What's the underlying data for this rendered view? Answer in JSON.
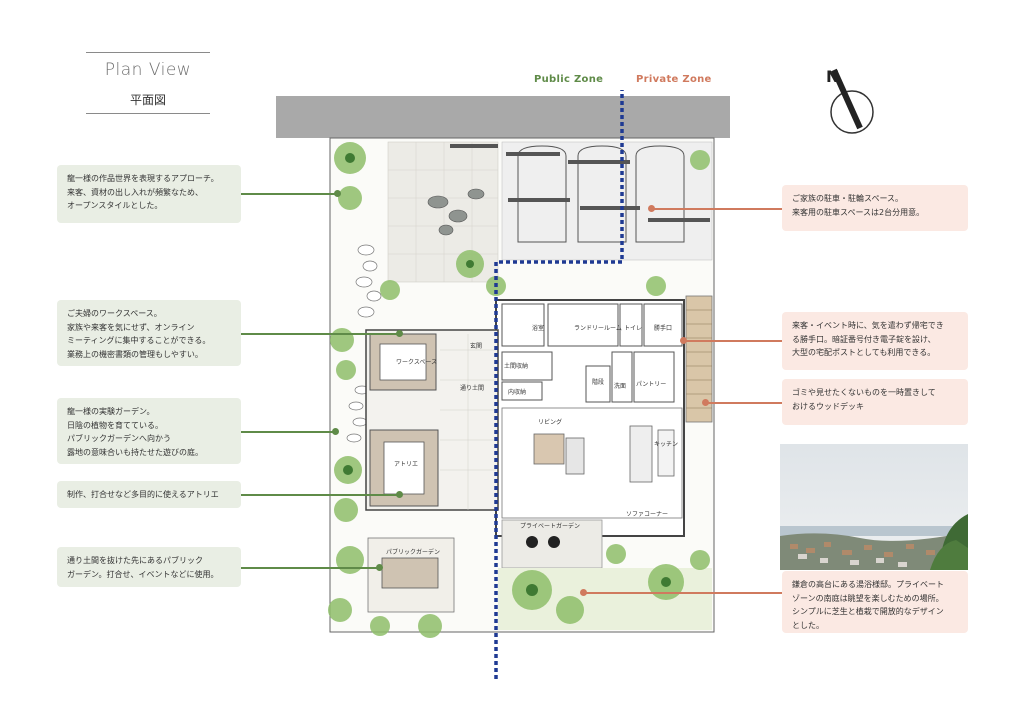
{
  "title": {
    "en": "Plan View",
    "ja": "平面図"
  },
  "zones": {
    "public": "Public Zone",
    "private": "Private Zone"
  },
  "colors": {
    "public_accent": "#5f8b48",
    "private_accent": "#d07a5e",
    "zone_divider": "#1f3a93",
    "note_green_bg": "#e9eee4",
    "note_pink_bg": "#fbe9e3"
  },
  "notes_left": [
    {
      "lines": [
        "龍一様の作品世界を表現するアプローチ。",
        "来客、資材の出し入れが頻繁なため、",
        "オープンスタイルとした。"
      ]
    },
    {
      "lines": [
        "ご夫婦のワークスペース。",
        "家族や来客を気にせず、オンライン",
        "ミーティングに集中することができる。",
        "業務上の機密書類の管理もしやすい。"
      ]
    },
    {
      "lines": [
        "龍一様の実験ガーデン。",
        "日陰の植物を育てている。",
        "パブリックガーデンへ向かう",
        "露地の意味合いも持たせた遊びの庭。"
      ]
    },
    {
      "lines": [
        "制作、打合せなど多目的に使えるアトリエ"
      ]
    },
    {
      "lines": [
        "通り土間を抜けた先にあるパブリック",
        "ガーデン。打合せ、イベントなどに使用。"
      ]
    }
  ],
  "notes_right": [
    {
      "lines": [
        "ご家族の駐車・駐輪スペース。",
        "来客用の駐車スペースは2台分用意。"
      ]
    },
    {
      "lines": [
        "来客・イベント時に、気を遣わず帰宅でき",
        "る勝手口。暗証番号付き電子錠を設け、",
        "大型の宅配ポストとしても利用できる。"
      ]
    },
    {
      "lines": [
        "ゴミや見せたくないものを一時置きして",
        "おけるウッドデッキ"
      ]
    },
    {
      "lines": [
        "鎌倉の高台にある湯浴様邸。プライベート",
        "ゾーンの南庭は眺望を楽しむための場所。",
        "シンプルに芝生と植栽で開放的なデザイン",
        "とした。"
      ]
    }
  ],
  "plan_labels": {
    "bath": "浴室",
    "laundry": "ランドリールーム",
    "toilet": "トイレ",
    "service_entrance": "勝手口",
    "workspace": "ワークスペース",
    "entrance": "玄関",
    "shoe_storage": "土間収納",
    "storage": "内収納",
    "stairs": "階段",
    "washroom": "洗面",
    "pantry": "パントリー",
    "doma": "通り土間",
    "living": "リビング",
    "kitchen": "キッチン",
    "atelier": "アトリエ",
    "sofa_corner": "ソファコーナー",
    "private_garden": "プライベートガーデン",
    "public_garden": "パブリックガーデン"
  }
}
